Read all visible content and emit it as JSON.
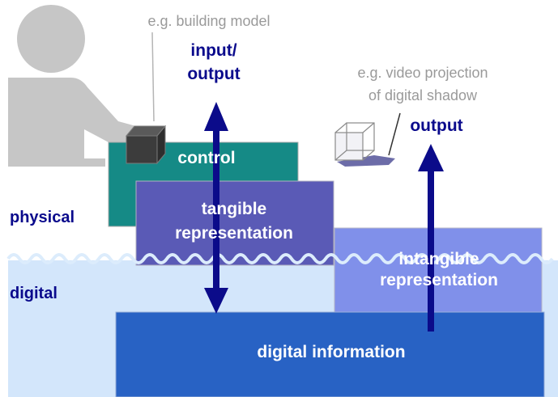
{
  "labels": {
    "example_building": "e.g. building model",
    "input_output_line1": "input/",
    "input_output_line2": "output",
    "example_video_line1": "e.g. video projection",
    "example_video_line2": "of digital shadow",
    "output": "output",
    "control": "control",
    "tangible_line1": "tangible",
    "tangible_line2": "representation",
    "physical": "physical",
    "digital": "digital",
    "intangible_line1": "intangible",
    "intangible_line2": "representation",
    "digital_information": "digital information"
  },
  "colors": {
    "control": "#158a86",
    "tangible": "#5a5ab6",
    "intangible": "#8090ea",
    "digital_info": "#2862c4",
    "water": "#d3e6fb",
    "arrow": "#0b0b8a",
    "person": "#c6c6c6"
  }
}
